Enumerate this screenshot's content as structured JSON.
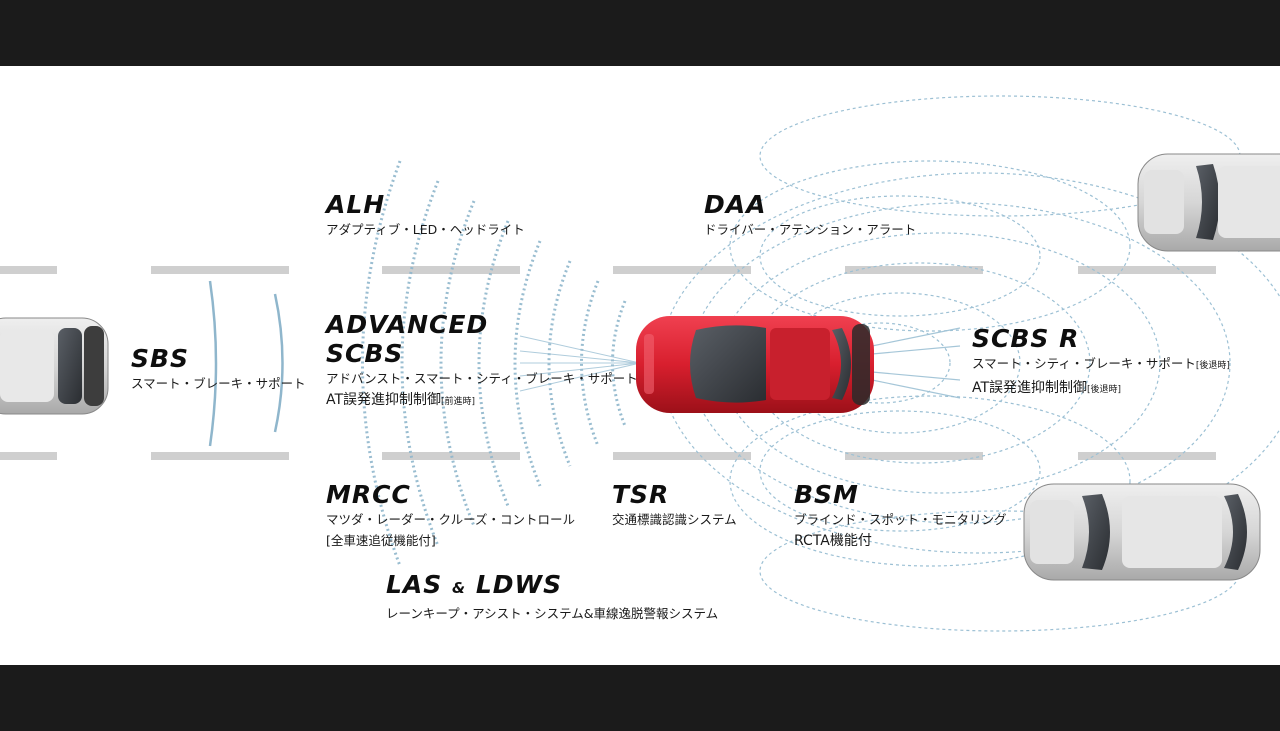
{
  "features": {
    "sbs": {
      "abbr": "SBS",
      "desc": "スマート・ブレーキ・サポート"
    },
    "alh": {
      "abbr": "ALH",
      "desc": "アダプティブ・LED・ヘッドライト"
    },
    "daa": {
      "abbr": "DAA",
      "desc": "ドライバー・アテンション・アラート"
    },
    "scbs": {
      "abbr": "ADVANCED\nSCBS",
      "desc": "アドバンスト・スマート・シティ・ブレーキ・サポート",
      "desc2": "AT誤発進抑制制御",
      "desc2_note": "[前進時]"
    },
    "scbs_r": {
      "abbr": "SCBS R",
      "desc": "スマート・シティ・ブレーキ・サポート",
      "desc_note": "[後退時]",
      "desc2": "AT誤発進抑制制御",
      "desc2_note": "[後退時]"
    },
    "mrcc": {
      "abbr": "MRCC",
      "desc": "マツダ・レーダー・クルーズ・コントロール",
      "desc2": "[全車速追従機能付]"
    },
    "tsr": {
      "abbr": "TSR",
      "desc": "交通標識認識システム"
    },
    "bsm": {
      "abbr": "BSM",
      "desc": "ブラインド・スポット・モニタリング",
      "desc2": "RCTA機能付"
    },
    "las": {
      "abbr_a": "LAS",
      "amp": "&",
      "abbr_b": "LDWS",
      "desc": "レーンキープ・アシスト・システム&車線逸脱警報システム"
    }
  },
  "colors": {
    "frame": "#1b1b1b",
    "background": "#ffffff",
    "lane": "#cfcfcf",
    "sensor_wave": "#8fb6cc",
    "main_car": "#d81f2e",
    "other_car": "#d9d9d9"
  },
  "icons": [
    "main-car",
    "left-car",
    "top-right-car",
    "bottom-right-car",
    "sensor-waves"
  ]
}
